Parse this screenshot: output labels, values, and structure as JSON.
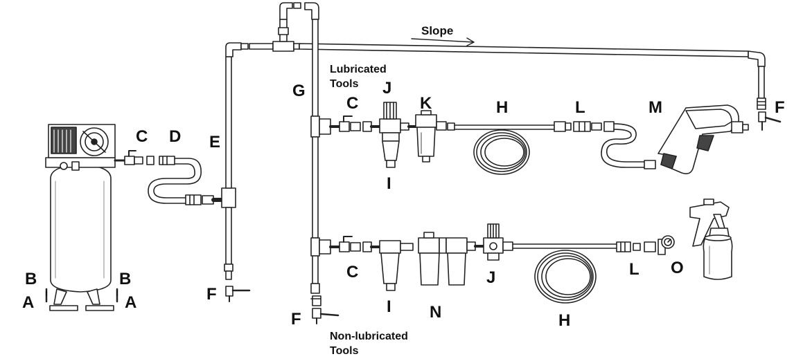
{
  "labels": {
    "A": "A",
    "B": "B",
    "C": "C",
    "D": "D",
    "E": "E",
    "F": "F",
    "G": "G",
    "H": "H",
    "I": "I",
    "J": "J",
    "K": "K",
    "L": "L",
    "M": "M",
    "N": "N",
    "O": "O"
  },
  "texts": {
    "slope": "Slope",
    "lubricated_line1": "Lubricated",
    "lubricated_line2": "Tools",
    "nonlubricated_line1": "Non-lubricated",
    "nonlubricated_line2": "Tools"
  },
  "colors": {
    "line": "#222222",
    "fill": "#ffffff",
    "shade": "#444444"
  }
}
